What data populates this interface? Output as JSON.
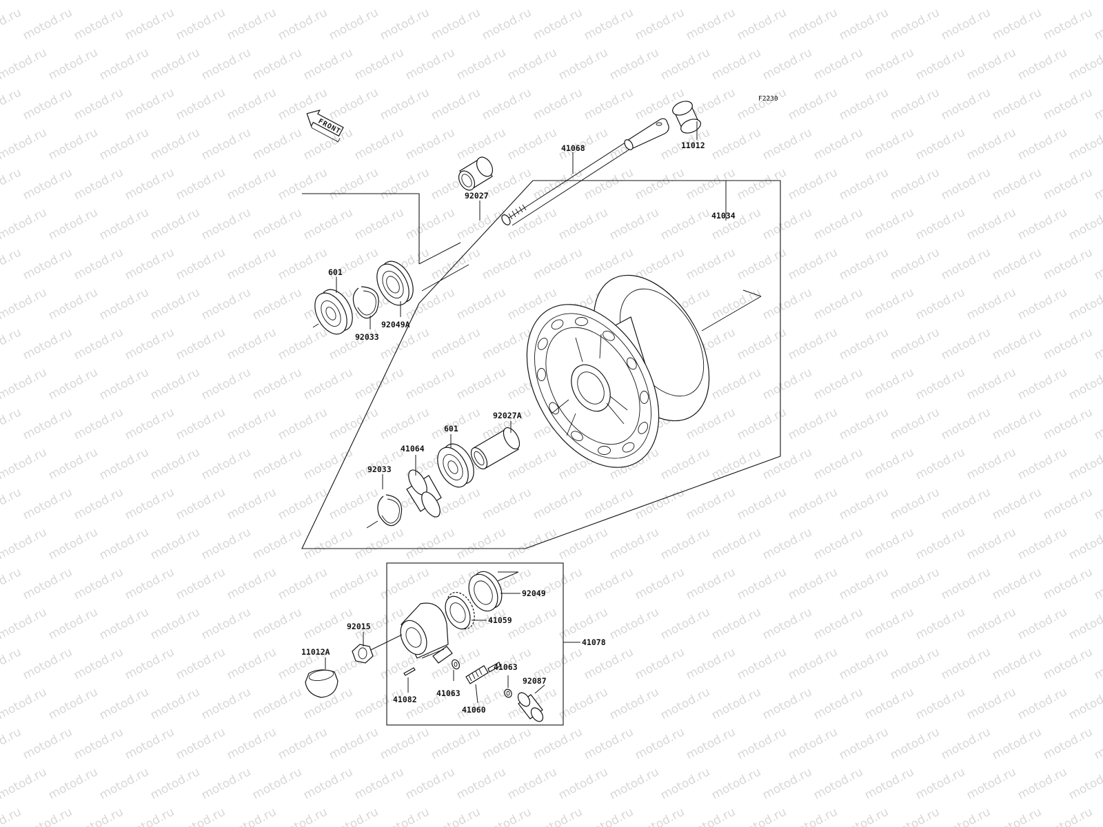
{
  "watermark": {
    "text": "motod.ru",
    "color": "#d7d7d7"
  },
  "figure_code": "F2230",
  "front_marker": "FRONT",
  "labels": [
    {
      "id": "41068",
      "text": "41068"
    },
    {
      "id": "11012",
      "text": "11012"
    },
    {
      "id": "92027",
      "text": "92027"
    },
    {
      "id": "41034",
      "text": "41034"
    },
    {
      "id": "601-top",
      "text": "601"
    },
    {
      "id": "92033-top",
      "text": "92033"
    },
    {
      "id": "92049A",
      "text": "92049A"
    },
    {
      "id": "92027A",
      "text": "92027A"
    },
    {
      "id": "601-bottom",
      "text": "601"
    },
    {
      "id": "41064",
      "text": "41064"
    },
    {
      "id": "92033-bottom",
      "text": "92033"
    },
    {
      "id": "92049",
      "text": "92049"
    },
    {
      "id": "41059",
      "text": "41059"
    },
    {
      "id": "92015",
      "text": "92015"
    },
    {
      "id": "41078",
      "text": "41078"
    },
    {
      "id": "11012A",
      "text": "11012A"
    },
    {
      "id": "41063-right",
      "text": "41063"
    },
    {
      "id": "92087",
      "text": "92087"
    },
    {
      "id": "41082",
      "text": "41082"
    },
    {
      "id": "41063-left",
      "text": "41063"
    },
    {
      "id": "41060",
      "text": "41060"
    }
  ]
}
